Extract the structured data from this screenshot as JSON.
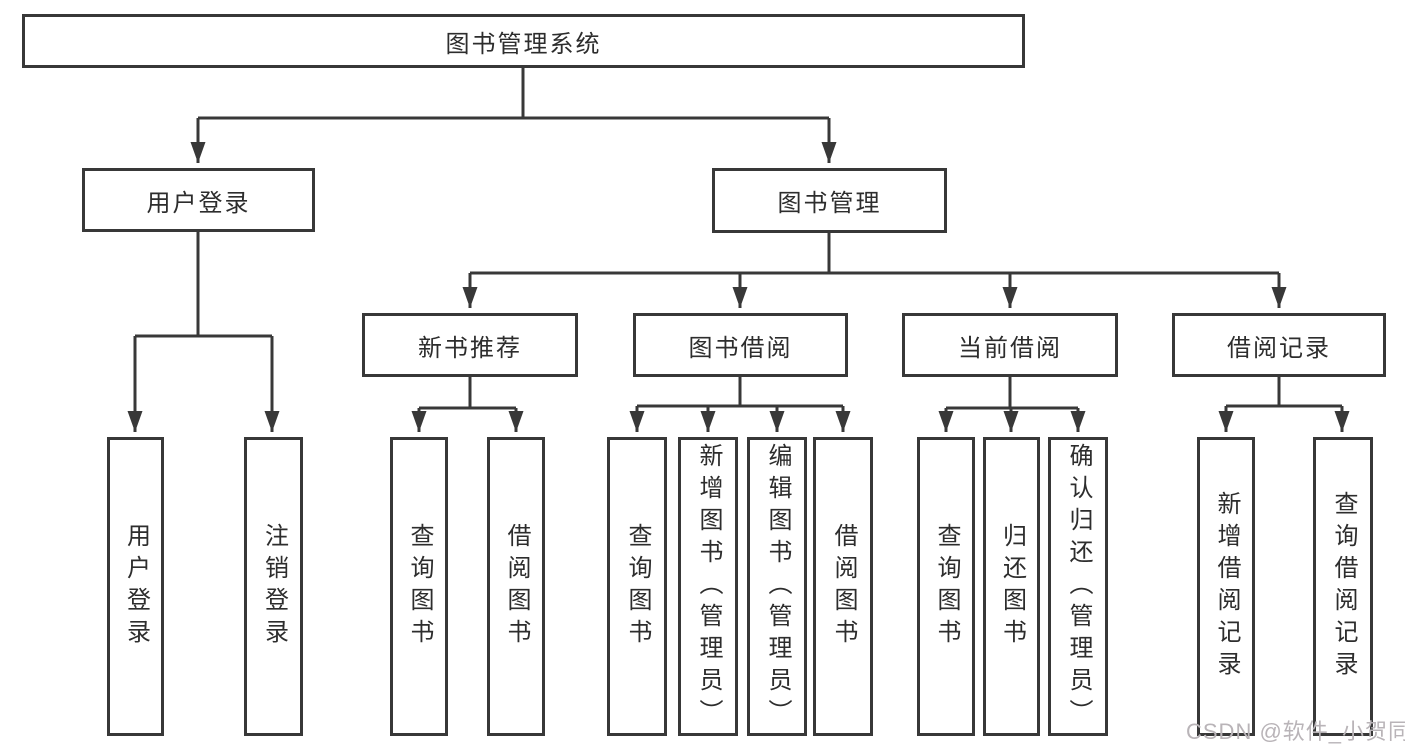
{
  "diagram": {
    "title": "图书管理系统",
    "type": "hierarchy-tree",
    "colors": {
      "line": "#383838",
      "box_border": "#383838",
      "text": "#2d2d2d",
      "background": "#ffffff",
      "watermark": "#b9b4b8"
    },
    "nodes": {
      "root": {
        "label": "图书管理系统"
      },
      "user_login": {
        "label": "用户登录"
      },
      "book_mgmt": {
        "label": "图书管理"
      },
      "new_book": {
        "label": "新书推荐"
      },
      "book_borrow": {
        "label": "图书借阅"
      },
      "current_borrow": {
        "label": "当前借阅"
      },
      "borrow_record": {
        "label": "借阅记录"
      },
      "leaf_user_login": {
        "label": "用户登录"
      },
      "leaf_logout": {
        "label": "注销登录"
      },
      "leaf_nb_query": {
        "label": "查询图书"
      },
      "leaf_nb_borrow": {
        "label": "借阅图书"
      },
      "leaf_bb_query": {
        "label": "查询图书"
      },
      "leaf_bb_add": {
        "label": "新增图书（管理员）"
      },
      "leaf_bb_edit": {
        "label": "编辑图书（管理员）"
      },
      "leaf_bb_borrow": {
        "label": "借阅图书"
      },
      "leaf_cb_query": {
        "label": "查询图书"
      },
      "leaf_cb_return": {
        "label": "归还图书"
      },
      "leaf_cb_confirm": {
        "label": "确认归还（管理员）"
      },
      "leaf_br_add": {
        "label": "新增借阅记录"
      },
      "leaf_br_query": {
        "label": "查询借阅记录"
      }
    },
    "hierarchy": {
      "图书管理系统": {
        "用户登录": [
          "用户登录",
          "注销登录"
        ],
        "图书管理": {
          "新书推荐": [
            "查询图书",
            "借阅图书"
          ],
          "图书借阅": [
            "查询图书",
            "新增图书（管理员）",
            "编辑图书（管理员）",
            "借阅图书"
          ],
          "当前借阅": [
            "查询图书",
            "归还图书",
            "确认归还（管理员）"
          ],
          "借阅记录": [
            "新增借阅记录",
            "查询借阅记录"
          ]
        }
      }
    }
  },
  "watermark": {
    "text": "CSDN @软件_小贺同学"
  }
}
